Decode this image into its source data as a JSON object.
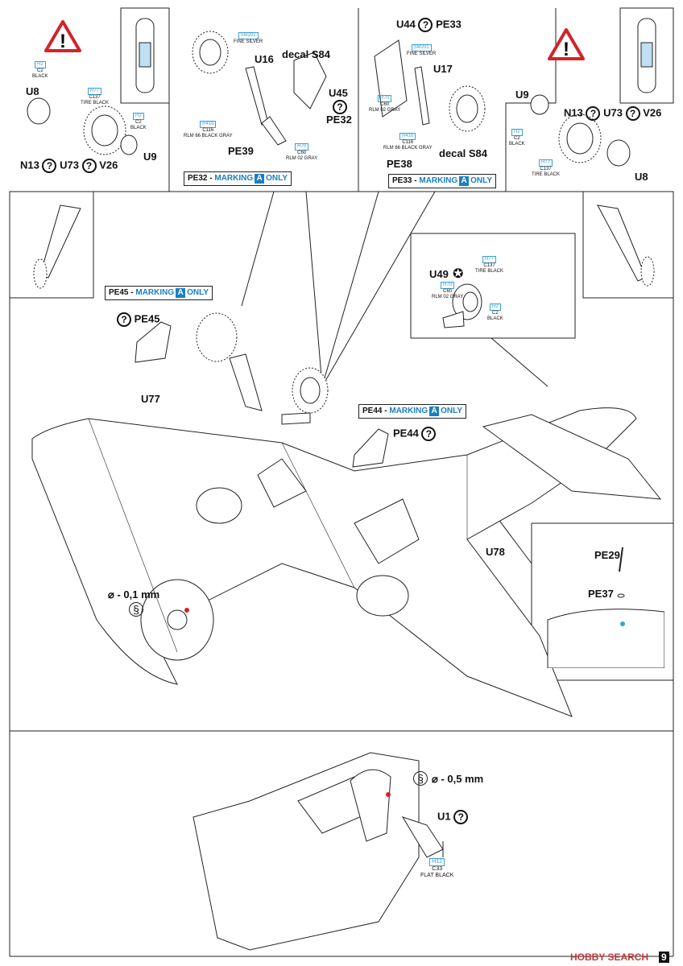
{
  "callouts": {
    "tl_u8": "U8",
    "tl_u9": "U9",
    "tl_n13": "N13",
    "tl_u73": "U73",
    "tl_v26": "V26",
    "u16": "U16",
    "decal_s84_a": "decal S84",
    "u45": "U45",
    "pe32": "PE32",
    "pe39": "PE39",
    "u44": "U44",
    "pe33": "PE33",
    "u17": "U17",
    "pe38": "PE38",
    "decal_s84_b": "decal S84",
    "tr_u9": "U9",
    "tr_n13": "N13",
    "tr_u73": "U73",
    "tr_v26": "V26",
    "tr_u8": "U8",
    "u49": "U49",
    "pe45": "PE45",
    "u77": "U77",
    "pe44": "PE44",
    "u78": "U78",
    "pe29": "PE29",
    "pe37": "PE37",
    "drill_01": "⌀ - 0,1 mm",
    "drill_05": "⌀ - 0,5 mm",
    "u1": "U1"
  },
  "paints": {
    "h2_a": {
      "code": "H2",
      "c": "C2",
      "name": "BLACK"
    },
    "h77_a": {
      "code": "H77",
      "c": "C137",
      "name": "TIRE BLACK"
    },
    "h2_b": {
      "code": "H2",
      "c": "C2",
      "name": "BLACK"
    },
    "sm201_a": {
      "code": "SM201",
      "c": "",
      "name": "FINE SILVER"
    },
    "h416_a": {
      "code": "H416",
      "c": "C116",
      "name": "RLM 66 BLACK GRAY"
    },
    "h70_a": {
      "code": "H70",
      "c": "C60",
      "name": "RLM 02 GRAY"
    },
    "sm201_b": {
      "code": "SM201",
      "c": "",
      "name": "FINE SILVER"
    },
    "h70_b": {
      "code": "H70",
      "c": "C60",
      "name": "RLM 02 GRAY"
    },
    "h416_b": {
      "code": "H416",
      "c": "C116",
      "name": "RLM 66 BLACK GRAY"
    },
    "h2_c": {
      "code": "H2",
      "c": "C2",
      "name": "BLACK"
    },
    "h77_b": {
      "code": "H77",
      "c": "C137",
      "name": "TIRE BLACK"
    },
    "h77_c": {
      "code": "H77",
      "c": "C137",
      "name": "TIRE BLACK"
    },
    "h70_c": {
      "code": "H70",
      "c": "C60",
      "name": "RLM 02 GRAY"
    },
    "h2_d": {
      "code": "H2",
      "c": "C2",
      "name": "BLACK"
    },
    "h12": {
      "code": "H12",
      "c": "C33",
      "name": "FLAT BLACK"
    }
  },
  "markings": {
    "pe32": {
      "pre": "PE32 - ",
      "hl": "MARKING",
      "letter": "A",
      "post": "ONLY"
    },
    "pe33": {
      "pre": "PE33 - ",
      "hl": "MARKING",
      "letter": "A",
      "post": "ONLY"
    },
    "pe45": {
      "pre": "PE45 - ",
      "hl": "MARKING",
      "letter": "A",
      "post": "ONLY"
    },
    "pe44": {
      "pre": "PE44 - ",
      "hl": "MARKING",
      "letter": "A",
      "post": "ONLY"
    }
  },
  "footer": {
    "page": "9",
    "watermark": "HOBBY SEARCH"
  },
  "colors": {
    "accent": "#1a7fc0",
    "paint": "#3aa0d8",
    "warning": "#d2232a"
  }
}
